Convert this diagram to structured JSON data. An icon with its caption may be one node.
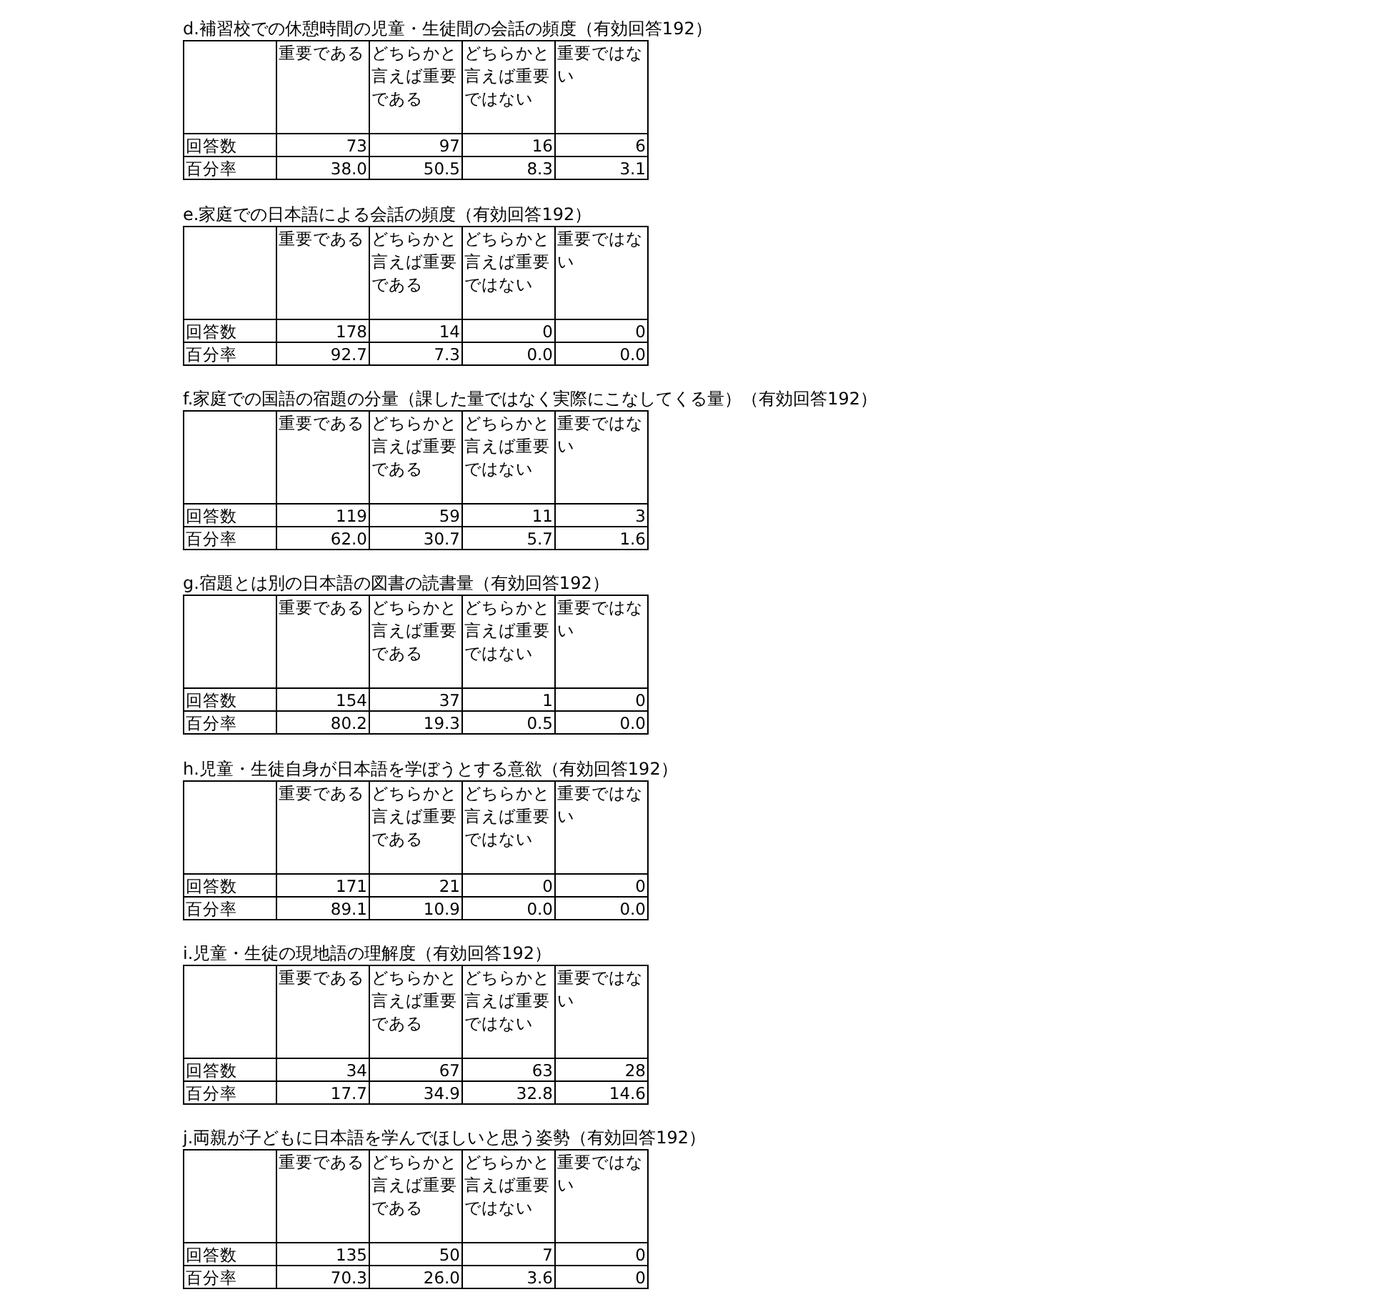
{
  "diagram": {
    "labels": [
      "d.補習校での休憩時間の児童・生徒間の会話の頻度（有効回答192）",
      "重要である",
      "どちらかと言えば重要である",
      "どちらかと言えば重要ではない",
      "重要ではない",
      "回答数",
      "73",
      "97",
      "16",
      "6",
      "百分率",
      "38.0",
      "50.5",
      "8.3",
      "3.1",
      "e.家庭での日本語による会話の頻度（有効回答192）",
      "重要である",
      "どちらかと言えば重要である",
      "どちらかと言えば重要ではない",
      "重要ではない",
      "回答数",
      "178",
      "14",
      "0",
      "0",
      "百分率",
      "92.7",
      "7.3",
      "0.0",
      "0.0",
      "f.家庭での国語の宿題の分量（課した量ではなく実際にこなしてくる量）（有効回答192）",
      "重要である",
      "どちらかと言えば重要である",
      "どちらかと言えば重要ではない",
      "重要ではない",
      "回答数",
      "119",
      "59",
      "11",
      "3",
      "百分率",
      "62.0",
      "30.7",
      "5.7",
      "1.6",
      "g.宿題とは別の日本語の図書の読書量（有効回答192）",
      "重要である",
      "どちらかと言えば重要である",
      "どちらかと言えば重要ではない",
      "重要ではない",
      "回答数",
      "154",
      "37",
      "1",
      "0",
      "百分率",
      "80.2",
      "19.3",
      "0.5",
      "0.0",
      "h.児童・生徒自身が日本語を学ぼうとする意欲（有効回答192）",
      "重要である",
      "どちらかと言えば重要である",
      "どちらかと言えば重要ではない",
      "重要ではない",
      "回答数",
      "171",
      "21",
      "0",
      "0",
      "百分率",
      "89.1",
      "10.9",
      "0.0",
      "0.0",
      "i.児童・生徒の現地語の理解度（有効回答192）",
      "重要である",
      "どちらかと言えば重要である",
      "どちらかと言えば重要ではない",
      "重要ではない",
      "回答数",
      "34",
      "67",
      "63",
      "28",
      "百分率",
      "17.7",
      "34.9",
      "32.8",
      "14.6",
      "j.両親が子どもに日本語を学んでほしいと思う姿勢（有効回答192）",
      "重要である",
      "どちらかと言えば重要である",
      "どちらかと言えば重要ではない",
      "重要ではない",
      "回答数",
      "135",
      "50",
      "7",
      "0",
      "百分率",
      "70.3",
      "26.0",
      "3.6",
      "0"
    ]
  }
}
